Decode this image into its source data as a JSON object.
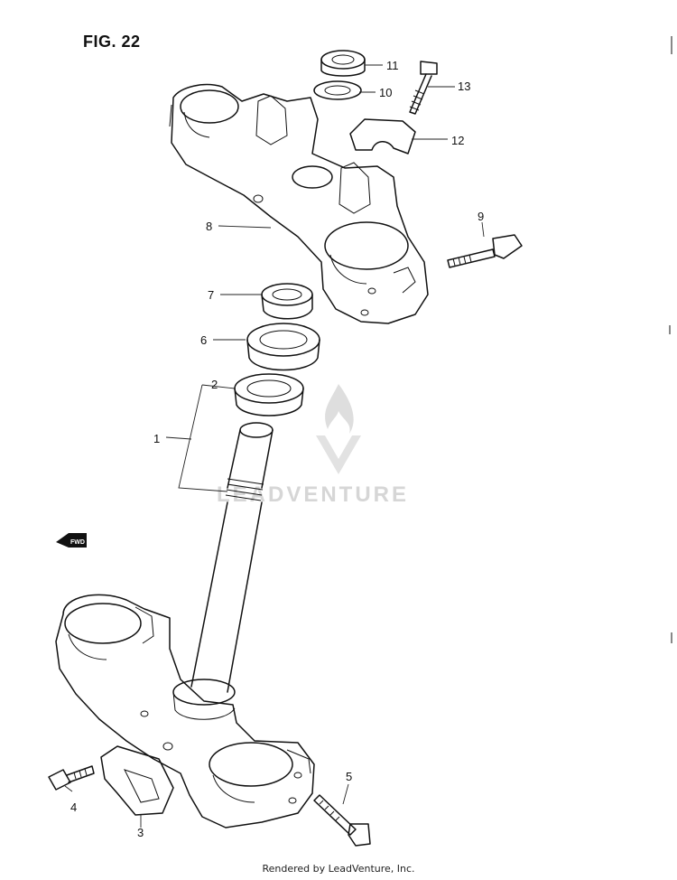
{
  "figure": {
    "title": "FIG. 22"
  },
  "callouts": [
    {
      "id": "1",
      "label": "1"
    },
    {
      "id": "2",
      "label": "2"
    },
    {
      "id": "3",
      "label": "3"
    },
    {
      "id": "4",
      "label": "4"
    },
    {
      "id": "5",
      "label": "5"
    },
    {
      "id": "6",
      "label": "6"
    },
    {
      "id": "7",
      "label": "7"
    },
    {
      "id": "8",
      "label": "8"
    },
    {
      "id": "9",
      "label": "9"
    },
    {
      "id": "10",
      "label": "10"
    },
    {
      "id": "11",
      "label": "11"
    },
    {
      "id": "12",
      "label": "12"
    },
    {
      "id": "13",
      "label": "13"
    }
  ],
  "fwd_marker": "FWD",
  "watermark": {
    "text": "LEADVENTURE"
  },
  "footer": {
    "text": "Rendered by LeadVenture, Inc."
  },
  "colors": {
    "ink": "#111111",
    "background": "#ffffff",
    "watermark": "#d6d6d6"
  }
}
